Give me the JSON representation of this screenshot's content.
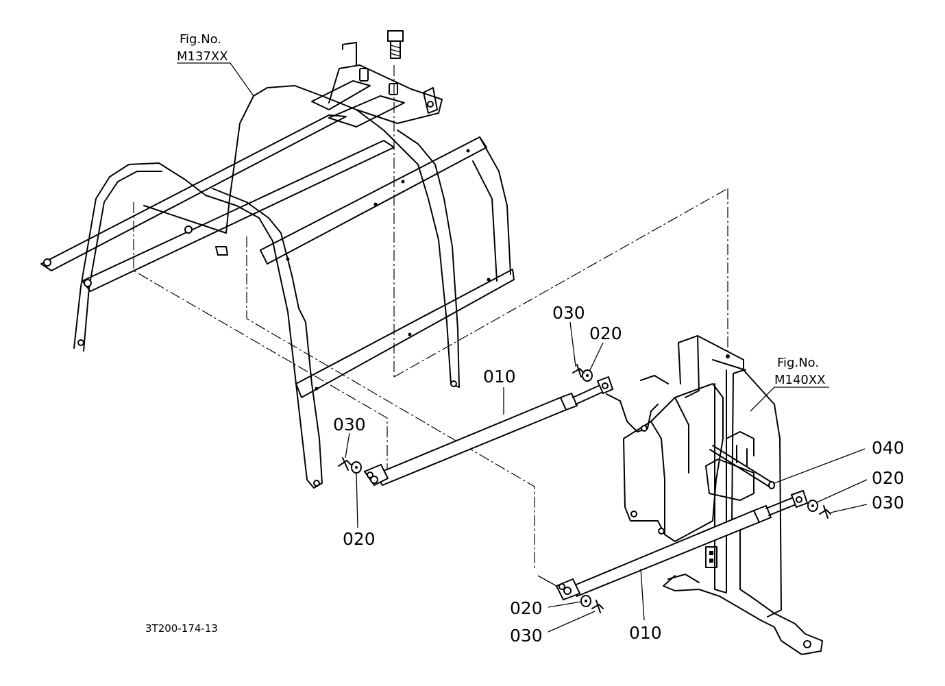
{
  "references": {
    "left_frame": {
      "line1": "Fig.No.",
      "line2": "M137XX"
    },
    "right_frame": {
      "line1": "Fig.No.",
      "line2": "M140XX"
    }
  },
  "callouts": {
    "strut_upper": "010",
    "strut_lower": "010",
    "washer_upper_left": "020",
    "washer_upper_right": "020",
    "washer_right": "020",
    "washer_lower": "020",
    "clip_upper_left": "030",
    "clip_upper_right": "030",
    "clip_right": "030",
    "clip_lower": "030",
    "pin": "040"
  },
  "drawing_code": "3T200-174-13"
}
